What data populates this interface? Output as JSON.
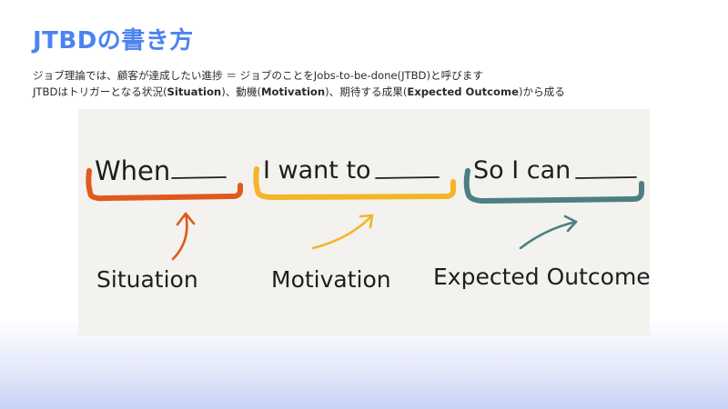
{
  "title": "JTBDの書き方",
  "subtitle_line1": "ジョブ理論では、顧客が達成したい進捗 ＝ ジョブのことをJobs-to-be-done(JTBD)と呼びます",
  "subtitle_line2": {
    "prefix": "JTBDはトリガーとなる状況(",
    "term1": "Situation",
    "mid1": ")、動機(",
    "term2": "Motivation",
    "mid2": ")、期待する成果(",
    "term3": "Expected Outcome",
    "suffix": ")から成る"
  },
  "diagram": {
    "statement1": "When",
    "statement2": "I want to",
    "statement3": "So I can",
    "label1": "Situation",
    "label2": "Motivation",
    "label3": "Expected Outcome",
    "colors": {
      "situation": "#e05a1c",
      "motivation": "#f5b52a",
      "outcome": "#4d7f82"
    }
  }
}
